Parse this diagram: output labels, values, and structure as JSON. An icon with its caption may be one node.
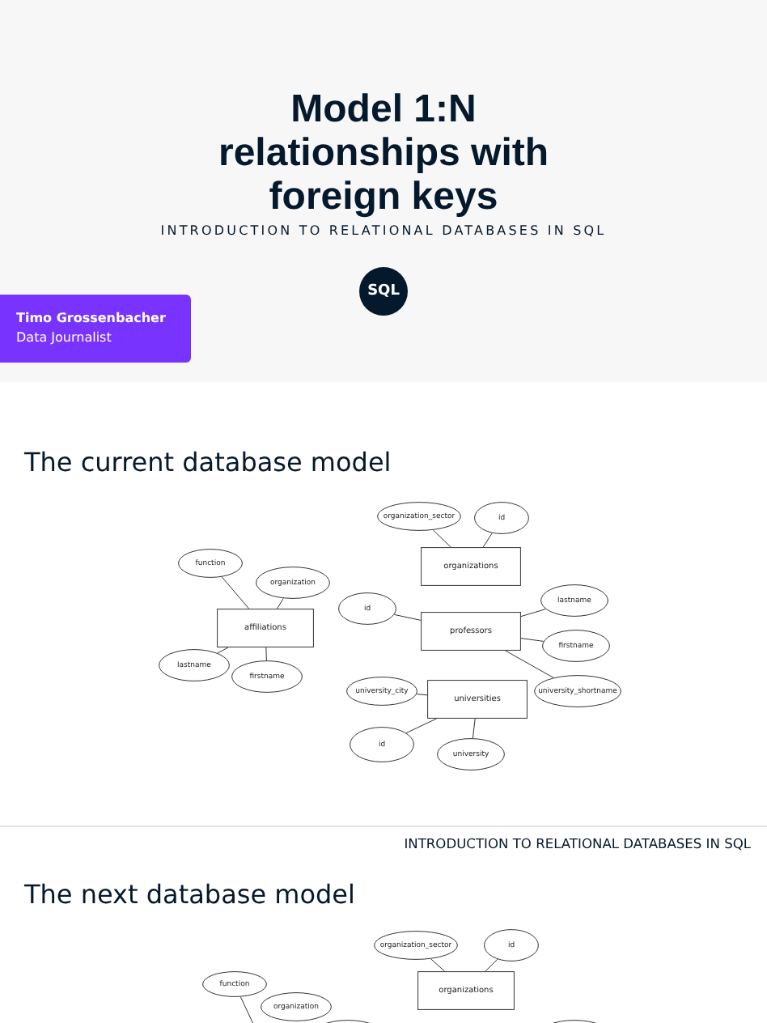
{
  "diagram": {
    "title": "Model 1:N relationships with foreign keys",
    "nodes": [
      {
        "text": [
          "SQL"
        ]
      },
      {
        "text": [
          "Timo Grossenbacher",
          "Data Journalist"
        ]
      },
      {
        "text": [
          "function"
        ]
      },
      {
        "text": [
          "organization"
        ]
      },
      {
        "text": [
          "affiliations"
        ]
      },
      {
        "text": [
          "lastname"
        ]
      },
      {
        "text": [
          "firstname"
        ]
      },
      {
        "text": [
          "organization_sector"
        ]
      },
      {
        "text": [
          "id"
        ]
      },
      {
        "text": [
          "organizations"
        ]
      },
      {
        "text": [
          "id"
        ]
      },
      {
        "text": [
          "professors"
        ]
      },
      {
        "text": [
          "lastname"
        ]
      },
      {
        "text": [
          "firstname"
        ]
      },
      {
        "text": [
          "university_shortname"
        ]
      },
      {
        "text": [
          "university_city"
        ]
      },
      {
        "text": [
          "universities"
        ]
      },
      {
        "text": [
          "id"
        ]
      },
      {
        "text": [
          "university"
        ]
      },
      {
        "text": [
          "organization_sector"
        ]
      },
      {
        "text": [
          "id"
        ]
      },
      {
        "text": [
          "function"
        ]
      },
      {
        "text": [
          "organizations"
        ]
      },
      {
        "text": [
          "organization"
        ]
      },
      {
        "text": [],
        "shape": "ellipse"
      },
      {
        "text": [],
        "shape": "ellipse"
      }
    ],
    "edges": [
      {
        "from": 2,
        "to": 4,
        "arrow": "none"
      },
      {
        "from": 3,
        "to": 4,
        "arrow": "none"
      },
      {
        "from": 5,
        "to": 4,
        "arrow": "none"
      },
      {
        "from": 6,
        "to": 4,
        "arrow": "none"
      },
      {
        "from": 7,
        "to": 9,
        "arrow": "none"
      },
      {
        "from": 8,
        "to": 9,
        "arrow": "none"
      },
      {
        "from": 10,
        "to": 11,
        "arrow": "none"
      },
      {
        "from": 12,
        "to": 11,
        "arrow": "none"
      },
      {
        "from": 13,
        "to": 11,
        "arrow": "none"
      },
      {
        "from": 14,
        "to": 11,
        "arrow": "none"
      },
      {
        "from": 15,
        "to": 16,
        "arrow": "none"
      },
      {
        "from": 17,
        "to": 16,
        "arrow": "none"
      },
      {
        "from": 18,
        "to": 16,
        "arrow": "none"
      },
      {
        "from": 19,
        "to": 22,
        "arrow": "none"
      },
      {
        "from": 20,
        "to": 22,
        "arrow": "none"
      },
      {
        "from": 21,
        "to": null,
        "arrow": "none"
      }
    ],
    "labels": [
      "INTRODUCTION TO RELATIONAL DATABASES IN SQL",
      "The current database model",
      "INTRODUCTION TO RELATIONAL DATABASES IN SQL",
      "The next database model"
    ]
  }
}
